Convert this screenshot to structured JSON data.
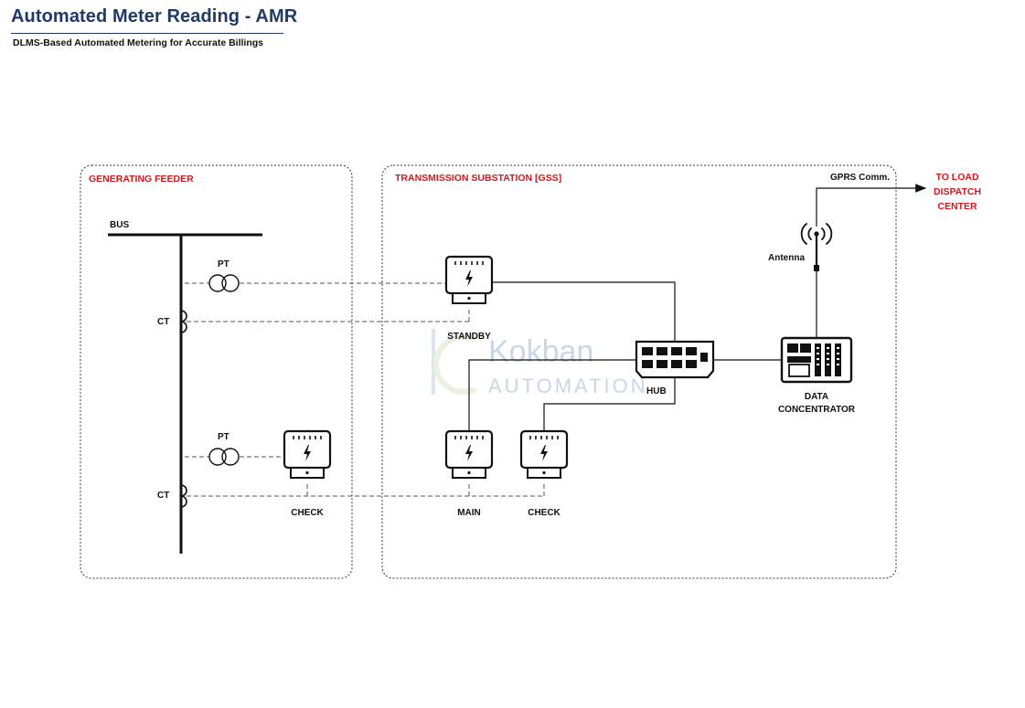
{
  "header": {
    "title": "Automated Meter Reading - AMR",
    "subtitle": "DLMS-Based Automated Metering for Accurate Billings"
  },
  "watermark": {
    "line1": "Kokban",
    "line2": "AUTOMATION"
  },
  "diagram": {
    "generating_feeder": {
      "title": "GENERATING FEEDER",
      "bus_label": "BUS",
      "pt_top_label": "PT",
      "ct_top_label": "CT",
      "pt_bottom_label": "PT",
      "ct_bottom_label": "CT",
      "check_meter_label": "CHECK"
    },
    "substation": {
      "title": "TRANSMISSION SUBSTATION [GSS]",
      "standby_label": "STANDBY",
      "main_label": "MAIN",
      "check_label": "CHECK",
      "hub_label": "HUB",
      "concentrator_label_1": "DATA",
      "concentrator_label_2": "CONCENTRATOR",
      "antenna_label": "Antenna",
      "gprs_label": "GPRS Comm."
    },
    "destination": {
      "line1": "TO LOAD",
      "line2": "DISPATCH",
      "line3": "CENTER"
    },
    "colors": {
      "title": "#1f3a68",
      "accent_red": "#d9161c",
      "line": "#111111"
    }
  }
}
